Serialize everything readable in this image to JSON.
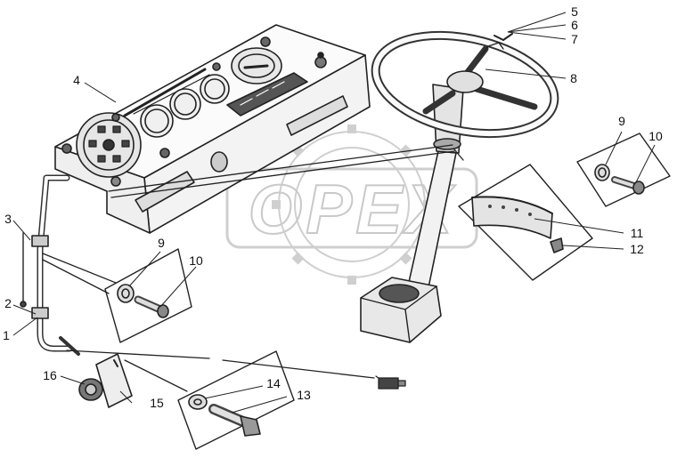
{
  "diagram": {
    "watermark": "OPEX",
    "callouts": [
      "1",
      "2",
      "3",
      "4",
      "5",
      "6",
      "7",
      "8",
      "9",
      "10",
      "11",
      "12",
      "13",
      "14",
      "15",
      "16"
    ]
  }
}
